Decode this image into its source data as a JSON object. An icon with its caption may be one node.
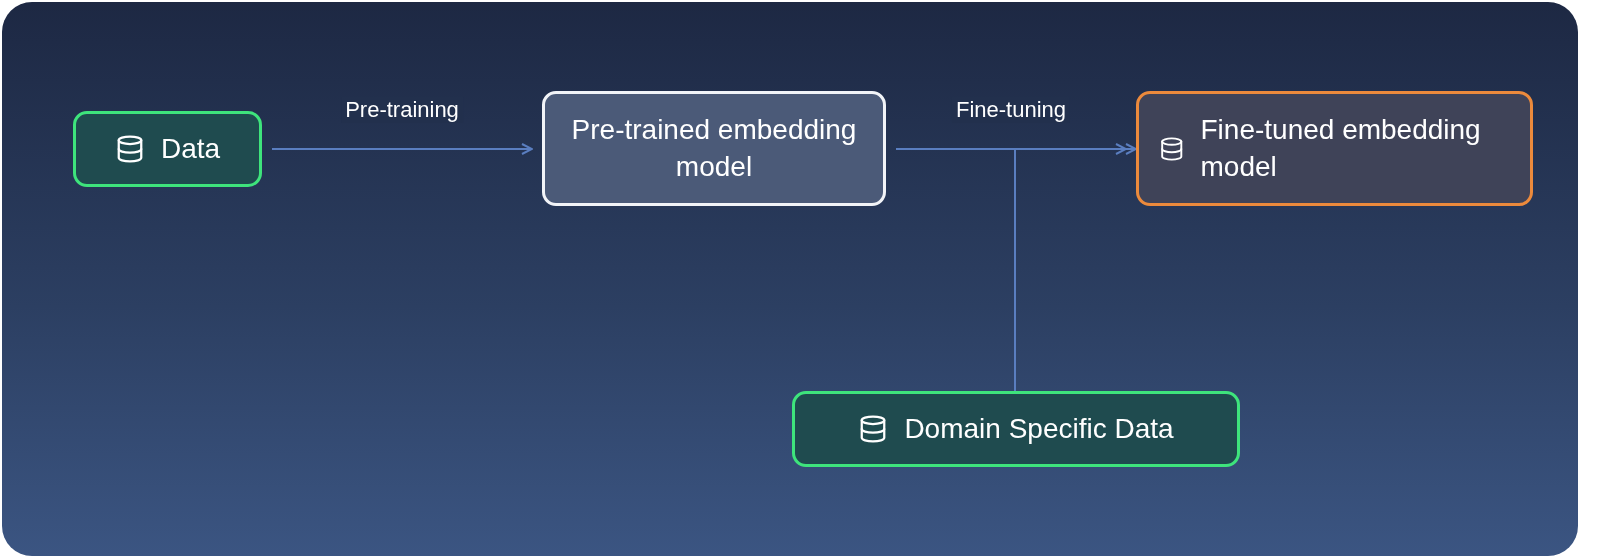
{
  "diagram": {
    "nodes": [
      {
        "text": [
          "Data"
        ]
      },
      {
        "text": [
          "Pre-trained embedding model"
        ]
      },
      {
        "text": [
          "Fine-tuned embedding model"
        ]
      },
      {
        "text": [
          "Domain Specific Data"
        ]
      }
    ],
    "edges": [
      {
        "from": 0,
        "to": 1,
        "arrow": "to",
        "label": "Pre-training"
      },
      {
        "from": 1,
        "to": 2,
        "arrow": "to",
        "label": "Fine-tuning"
      },
      {
        "from": 3,
        "to": 2,
        "arrow": "to"
      }
    ]
  }
}
